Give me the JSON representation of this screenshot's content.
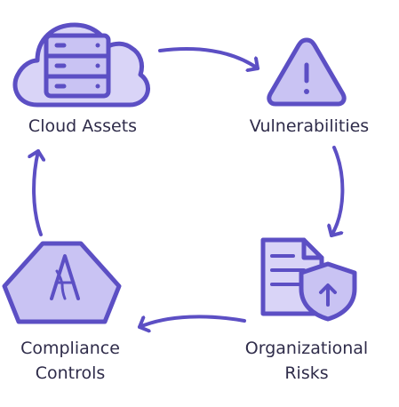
{
  "colors": {
    "stroke": "#5c4fc4",
    "fill": "#c9c3f3",
    "fill_light": "#d9d4f7",
    "text": "#2f2c4a"
  },
  "nodes": {
    "cloud_assets": {
      "label": "Cloud Assets",
      "icon": "cloud-server-icon"
    },
    "vulnerabilities": {
      "label": "Vulnerabilities",
      "icon": "warning-triangle-icon"
    },
    "compliance_controls": {
      "label_line1": "Compliance",
      "label_line2": "Controls",
      "icon": "compliance-hexagon-icon"
    },
    "organizational_risks": {
      "label_line1": "Organizational",
      "label_line2": "Risks",
      "icon": "document-shield-icon"
    }
  },
  "cycle_direction": "clockwise"
}
